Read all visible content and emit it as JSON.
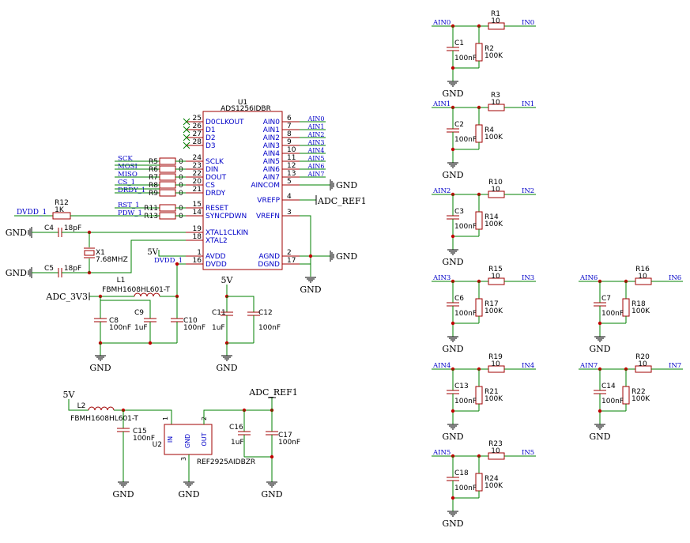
{
  "colors": {
    "wire": "#008000",
    "component": "#a00000",
    "label": "#0000c8",
    "text": "#000000",
    "junction": "#c00000"
  },
  "u1": {
    "ref": "U1",
    "part": "ADS1256IDBR",
    "left_pins": [
      {
        "num": "25",
        "name": "D0CLKOUT"
      },
      {
        "num": "26",
        "name": "D1"
      },
      {
        "num": "27",
        "name": "D2"
      },
      {
        "num": "28",
        "name": "D3"
      },
      {
        "num": "24",
        "name": "SCLK"
      },
      {
        "num": "23",
        "name": "DIN"
      },
      {
        "num": "22",
        "name": "DOUT"
      },
      {
        "num": "20",
        "name": "CS"
      },
      {
        "num": "21",
        "name": "DRDY"
      },
      {
        "num": "15",
        "name": "RESET"
      },
      {
        "num": "14",
        "name": "SYNCPDWN"
      },
      {
        "num": "19",
        "name": "XTAL1CLKIN"
      },
      {
        "num": "18",
        "name": "XTAL2"
      },
      {
        "num": "1",
        "name": "AVDD"
      },
      {
        "num": "16",
        "name": "DVDD"
      }
    ],
    "right_pins": [
      {
        "num": "6",
        "name": "AIN0",
        "net": "AIN0"
      },
      {
        "num": "7",
        "name": "AIN1",
        "net": "AIN1"
      },
      {
        "num": "8",
        "name": "AIN2",
        "net": "AIN2"
      },
      {
        "num": "9",
        "name": "AIN3",
        "net": "AIN3"
      },
      {
        "num": "10",
        "name": "AIN4",
        "net": "AIN4"
      },
      {
        "num": "11",
        "name": "AIN5",
        "net": "AIN5"
      },
      {
        "num": "12",
        "name": "AIN6",
        "net": "AIN6"
      },
      {
        "num": "13",
        "name": "AIN7",
        "net": "AIN7"
      },
      {
        "num": "5",
        "name": "AINCOM",
        "net": ""
      },
      {
        "num": "4",
        "name": "VREFP",
        "net": ""
      },
      {
        "num": "3",
        "name": "VREFN",
        "net": ""
      },
      {
        "num": "2",
        "name": "AGND",
        "net": ""
      },
      {
        "num": "17",
        "name": "DGND",
        "net": ""
      }
    ]
  },
  "spi": [
    {
      "net": "SCK",
      "ref": "R5",
      "val": "0"
    },
    {
      "net": "MOSI",
      "ref": "R6",
      "val": "0"
    },
    {
      "net": "MISO",
      "ref": "R7",
      "val": "0"
    },
    {
      "net": "CS_1",
      "ref": "R8",
      "val": "0"
    },
    {
      "net": "DRDY_1",
      "ref": "R9",
      "val": "0"
    },
    {
      "net": "RST_1",
      "ref": "R11",
      "val": "0"
    },
    {
      "net": "PDW_1",
      "ref": "R13",
      "val": "0"
    }
  ],
  "nets": {
    "dvdd": "DVDD_1",
    "gnd": "GND",
    "adc3v3": "ADC_3V3",
    "vref": "ADC_REF1",
    "v5": "5V",
    "dvdd_short": "DVDD_1"
  },
  "r12": {
    "ref": "R12",
    "val": "1K"
  },
  "c4": {
    "ref": "C4",
    "val": "18pF"
  },
  "c5": {
    "ref": "C5",
    "val": "18pF"
  },
  "x1": {
    "ref": "X1",
    "val": "7.68MHZ"
  },
  "l1": {
    "ref": "L1",
    "val": "FBMH1608HL601-T"
  },
  "c8": {
    "ref": "C8",
    "val": "100nF"
  },
  "c9": {
    "ref": "C9",
    "val": "1uF"
  },
  "c10": {
    "ref": "C10",
    "val": "100nF"
  },
  "c11": {
    "ref": "C11",
    "val": "1uF"
  },
  "c12": {
    "ref": "C12",
    "val": "100nF"
  },
  "l2": {
    "ref": "L2",
    "val": "FBMH1608HL601-T"
  },
  "c15": {
    "ref": "C15",
    "val": "100nF"
  },
  "c16": {
    "ref": "C16",
    "val": "1uF"
  },
  "c17": {
    "ref": "C17",
    "val": "100nF"
  },
  "u2": {
    "ref": "U2",
    "part": "REF2925AIDBZR",
    "pin_in": "IN",
    "pin_gnd": "GND",
    "pin_out": "OUT",
    "n1": "1",
    "n2": "2",
    "n3": "3"
  },
  "filters": [
    {
      "net": "AIN0",
      "r1": "R1",
      "r1v": "10",
      "out": "IN0",
      "c": "C1",
      "cv": "100nF",
      "r2": "R2",
      "r2v": "100K"
    },
    {
      "net": "AIN1",
      "r1": "R3",
      "r1v": "10",
      "out": "IN1",
      "c": "C2",
      "cv": "100nF",
      "r2": "R4",
      "r2v": "100K"
    },
    {
      "net": "AIN2",
      "r1": "R10",
      "r1v": "10",
      "out": "IN2",
      "c": "C3",
      "cv": "100nF",
      "r2": "R14",
      "r2v": "100K"
    },
    {
      "net": "AIN3",
      "r1": "R15",
      "r1v": "10",
      "out": "IN3",
      "c": "C6",
      "cv": "100nF",
      "r2": "R17",
      "r2v": "100K"
    },
    {
      "net": "AIN4",
      "r1": "R19",
      "r1v": "10",
      "out": "IN4",
      "c": "C13",
      "cv": "100nF",
      "r2": "R21",
      "r2v": "100K"
    },
    {
      "net": "AIN5",
      "r1": "R23",
      "r1v": "10",
      "out": "IN5",
      "c": "C18",
      "cv": "100nF",
      "r2": "R24",
      "r2v": "100K"
    },
    {
      "net": "AIN6",
      "r1": "R16",
      "r1v": "10",
      "out": "IN6",
      "c": "C7",
      "cv": "100nF",
      "r2": "R18",
      "r2v": "100K"
    },
    {
      "net": "AIN7",
      "r1": "R20",
      "r1v": "10",
      "out": "IN7",
      "c": "C14",
      "cv": "100nF",
      "r2": "R22",
      "r2v": "100K"
    }
  ]
}
